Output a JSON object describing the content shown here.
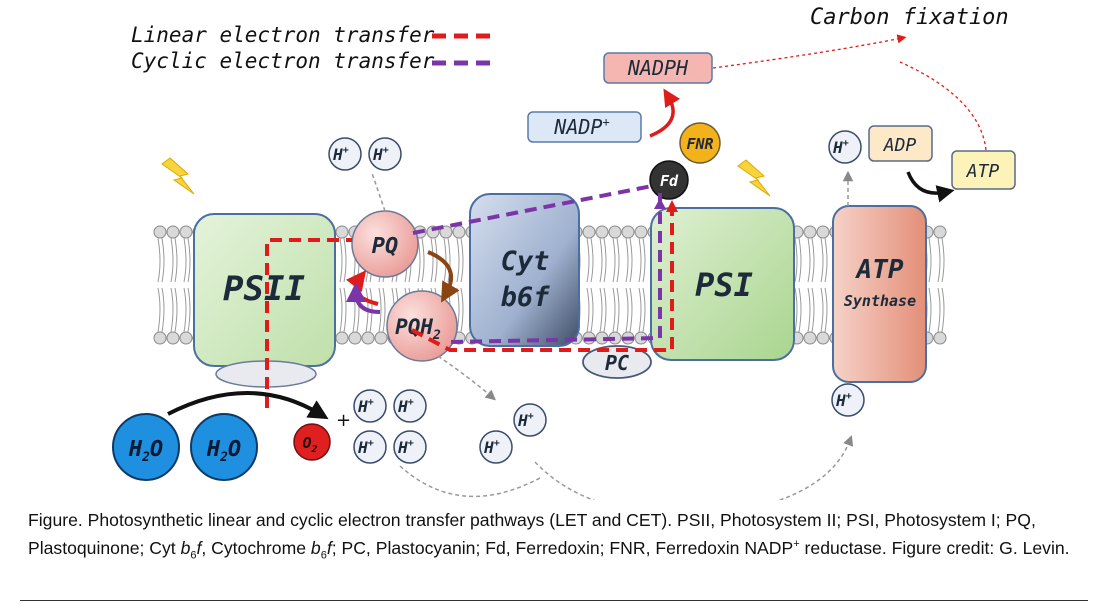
{
  "legend": {
    "linear_label": "Linear electron transfer",
    "cyclic_label": "Cyclic electron transfer",
    "linear_color": "#e01b1b",
    "cyclic_color": "#7b35a8"
  },
  "labels": {
    "carbon_fixation": "Carbon fixation",
    "nadph": "NADPH",
    "nadp_base": "NADP",
    "nadp_sup": "+",
    "fnr": "FNR",
    "fd": "Fd",
    "adp": "ADP",
    "atp": "ATP",
    "psii": "PSII",
    "psi": "PSI",
    "pq": "PQ",
    "pqh2_base": "PQH",
    "pqh2_sub": "2",
    "cyt_line1": "Cyt",
    "cyt_line2": "b6f",
    "atp_synthase_line1": "ATP",
    "atp_synthase_line2": "Synthase",
    "pc": "PC",
    "h2o_base": "H",
    "h2o_sub": "2",
    "h2o_end": "O",
    "o2_base": "O",
    "o2_sub": "2",
    "h_base": "H",
    "h_sup": "+",
    "plus": "+"
  },
  "colors": {
    "psii_fill": "#d5ecc6",
    "psi_fill": "#c9e6b6",
    "cyt_fill": "#b7c4dc",
    "atp_synthase_fill": "#f2b8a8",
    "pq_fill": "#f2b0ac",
    "h2o_fill": "#1f8fe0",
    "o2_fill": "#e02020",
    "fnr_fill": "#f3b21b",
    "fd_fill": "#333333",
    "nadph_fill": "#f5b5b0",
    "nadp_fill": "#dce8f6",
    "adp_fill": "#fde9c8",
    "atp_fill": "#fdf3b8"
  },
  "caption": {
    "prefix": "Figure. Photosynthetic linear and cyclic electron transfer pathways (LET and CET). PSII, Photosystem II; PSI, Photosystem I; PQ, Plastoquinone; Cyt ",
    "cyt_b": "b",
    "cyt_sub": "6",
    "cyt_f": "f",
    "mid1": ", Cytochrome ",
    "mid2": "; PC, Plastocyanin; Fd, Ferredoxin; FNR, Ferredoxin NADP",
    "sup_plus": "+",
    "suffix": " reductase. Figure credit: G. Levin."
  }
}
